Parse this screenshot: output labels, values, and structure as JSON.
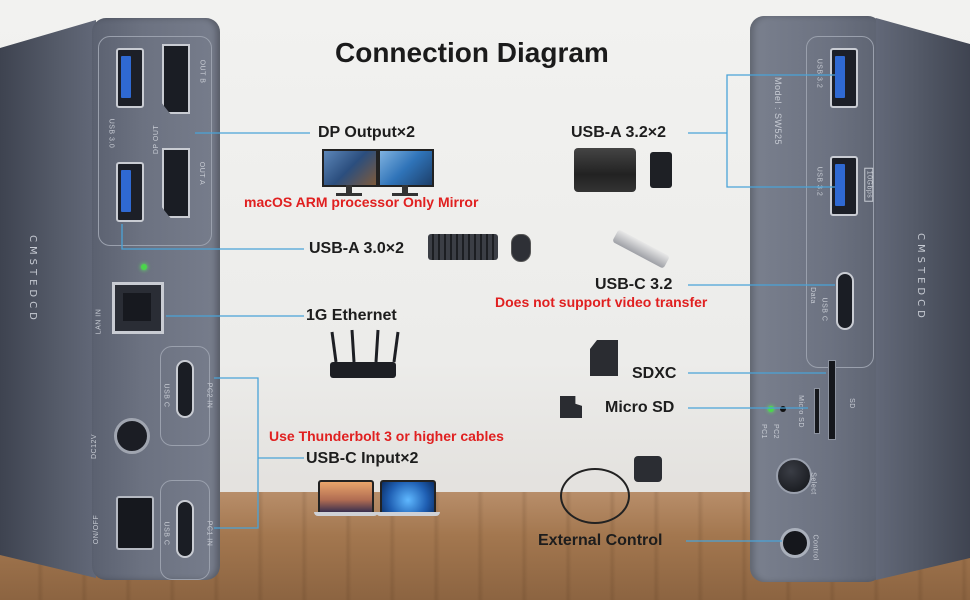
{
  "title": "Connection Diagram",
  "labels": {
    "dp_output": "DP Output×2",
    "dp_note": "macOS ARM processor Only Mirror",
    "usb_a_30": "USB-A 3.0×2",
    "ethernet": "1G Ethernet",
    "tb_note": "Use Thunderbolt 3 or higher cables",
    "usb_c_input": "USB-C Input×2",
    "usb_a_32": "USB-A 3.2×2",
    "usb_c_32": "USB-C 3.2",
    "usb_c_32_note": "Does not support video transfer",
    "sdxc": "SDXC",
    "micro_sd": "Micro SD",
    "external_control": "External Control"
  },
  "left_device": {
    "brand": "CMSTEDCD",
    "port_usb30": "USB 3.0",
    "port_dp_out": "DP OUT",
    "port_out_a": "OUT A",
    "port_out_b": "OUT B",
    "port_lan": "LAN IN",
    "port_usbc": "USB C",
    "port_pc2": "PC2 IN",
    "port_pc1": "PC1 IN",
    "port_dc": "DC12V",
    "port_onoff": "ON/OFF"
  },
  "right_device": {
    "brand": "CMSTEDCD",
    "model": "Model : SW525",
    "port_usb32": "USB 3.2",
    "port_10gbps": "10Gbps",
    "port_data": "Data",
    "port_usbc": "USB C",
    "port_sd": "SD",
    "port_microsd": "Micro SD",
    "port_pc1": "PC1",
    "port_pc2": "PC2",
    "port_select": "Select",
    "port_control": "Control"
  },
  "colors": {
    "accent_line": "#4aa3d8",
    "note_red": "#e02020",
    "device_body": "#6c7281",
    "usb3_blue": "#2f69d2"
  }
}
